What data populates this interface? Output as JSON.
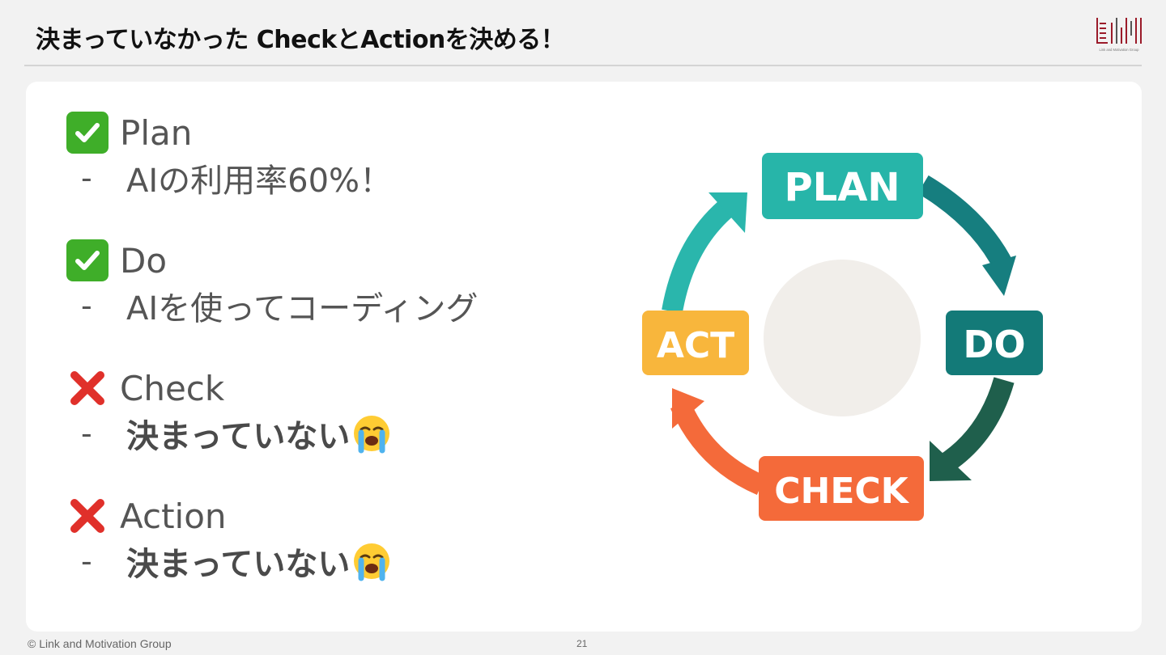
{
  "slide": {
    "title": "決まっていなかった CheckとActionを決める！",
    "footer": "© Link and Motivation Group",
    "page_number": "21"
  },
  "logo": {
    "text": "Link and Motivation Group",
    "color": "#9b1b2a"
  },
  "items": [
    {
      "status": "done",
      "icon": "check-mark-icon",
      "label": "Plan",
      "dash": "-",
      "detail": "AIの利用率60%！"
    },
    {
      "status": "done",
      "icon": "check-mark-icon",
      "label": "Do",
      "dash": "-",
      "detail": "AIを使ってコーディング"
    },
    {
      "status": "not-done",
      "icon": "cross-mark-icon",
      "label": "Check",
      "dash": "-",
      "detail": "決まっていない"
    },
    {
      "status": "not-done",
      "icon": "cross-mark-icon",
      "label": "Action",
      "dash": "-",
      "detail": "決まっていない"
    }
  ],
  "cycle": {
    "stages": [
      {
        "label": "PLAN",
        "color": "#27b5a9"
      },
      {
        "label": "DO",
        "color": "#137a78"
      },
      {
        "label": "CHECK",
        "color": "#f46a3a"
      },
      {
        "label": "ACT",
        "color": "#f8b63c"
      }
    ],
    "arrow_colors": [
      "#167e7f",
      "#1f5f4c",
      "#f46a3a",
      "#2ab6ac"
    ],
    "center_color": "#f1eeea"
  }
}
